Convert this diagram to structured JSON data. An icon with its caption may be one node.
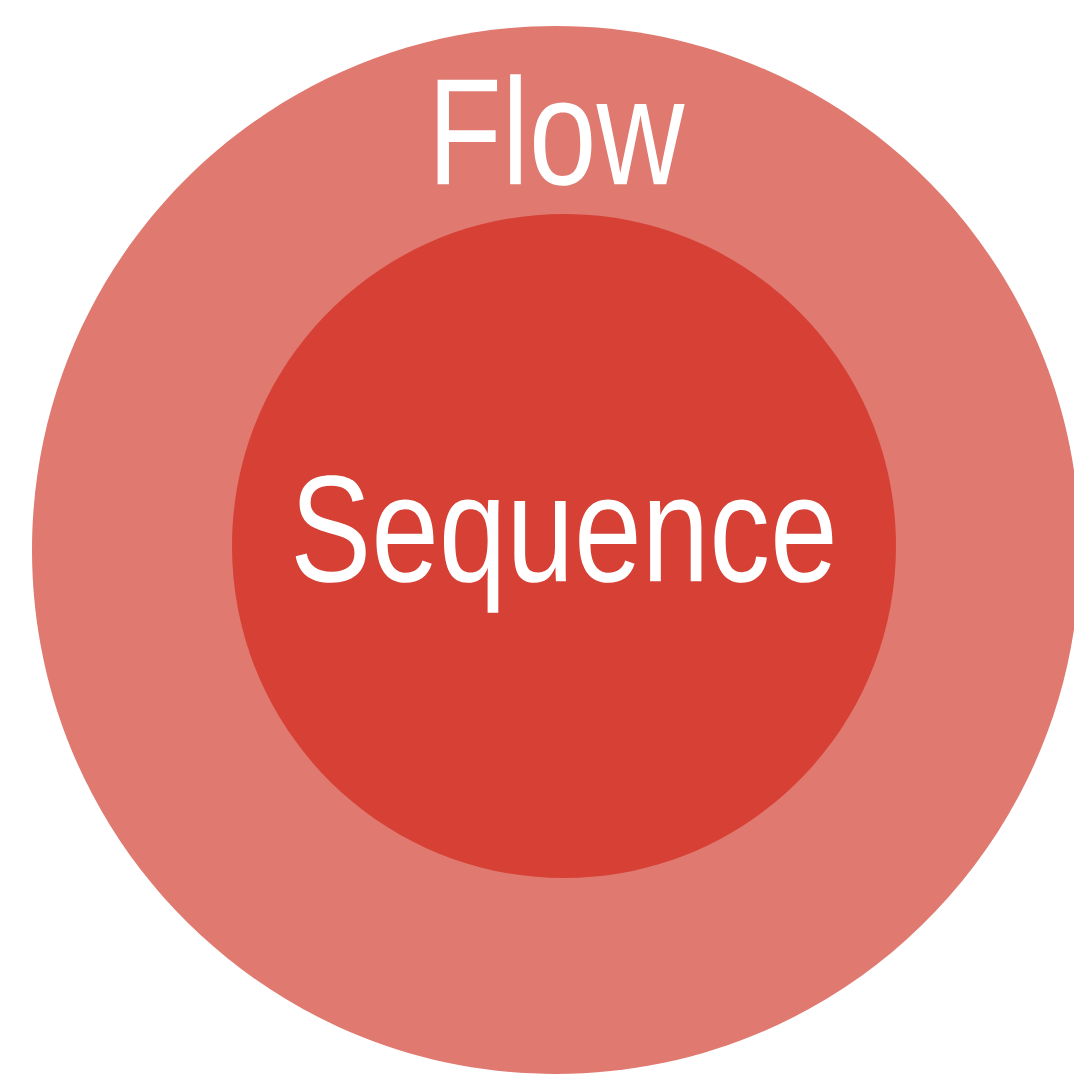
{
  "diagram": {
    "nodes": [
      {
        "text": [
          "Flow"
        ]
      },
      {
        "text": [
          "Sequence"
        ],
        "in": 0
      }
    ]
  }
}
